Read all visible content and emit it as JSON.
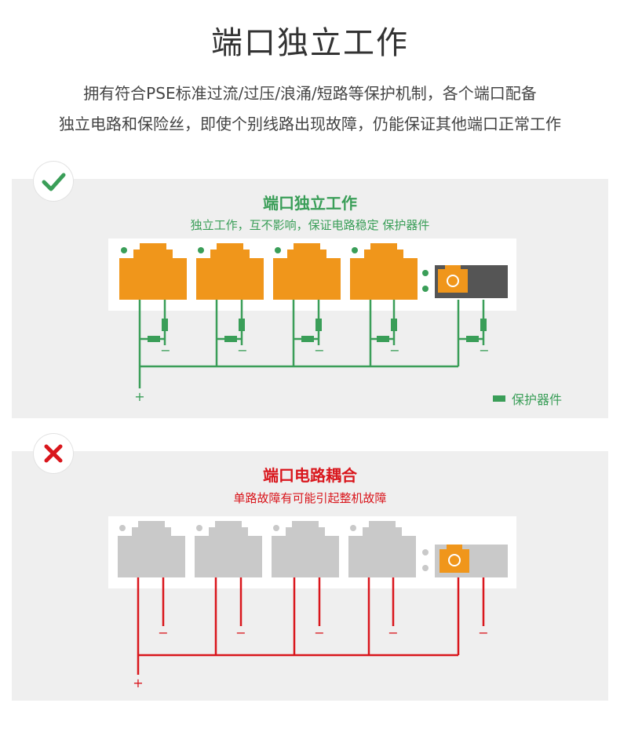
{
  "header": {
    "title": "端口独立工作",
    "intro_line1": "拥有符合PSE标准过流/过压/浪涌/短路等保护机制，各个端口配备",
    "intro_line2": "独立电路和保险丝，即使个别线路出现故障，仍能保证其他端口正常工作"
  },
  "good_panel": {
    "title": "端口独立工作",
    "subtitle": "独立工作，互不影响，保证电路稳定 保护器件",
    "plus_label": "+",
    "minus_label": "−",
    "legend_label": "保护器件",
    "accent_color": "#3a9e58",
    "port_color": "#f0961b",
    "icon": "check-icon"
  },
  "bad_panel": {
    "title": "端口电路耦合",
    "subtitle": "单路故障有可能引起整机故障",
    "plus_label": "+",
    "minus_label": "−",
    "accent_color": "#d9161c",
    "port_color": "#c9c9c9",
    "icon": "cross-icon"
  }
}
